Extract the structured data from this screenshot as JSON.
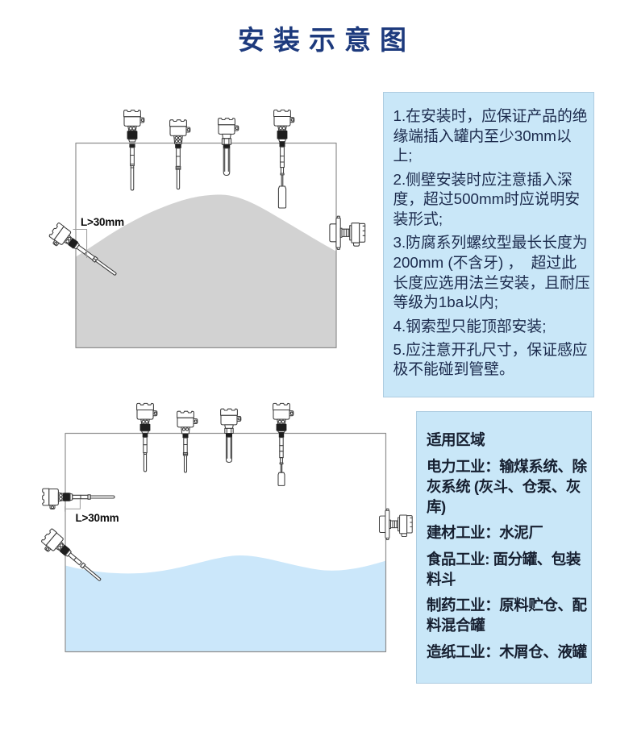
{
  "title": "安装示意图",
  "colors": {
    "title": "#1d3a7d",
    "panel_bg": "#c9e7f8",
    "note_text": "#1b2a4c",
    "region_text": "#161f30",
    "tank_fill_solid": "#d2d2d2",
    "tank_fill_liquid": "#cbe7fa",
    "tank_stroke": "#8f8f8f",
    "sensor_stroke": "#3c3c3c",
    "dim_text": "#0c0c0c"
  },
  "top_diagram": {
    "description": "silo with bulk solid material and level sensors",
    "dim_label": "L>30mm"
  },
  "bottom_diagram": {
    "description": "tank with liquid and level sensors",
    "dim_label": "L>30mm"
  },
  "notes_panel": {
    "items": [
      {
        "lines": [
          "1.在安装时，应保证产品的绝",
          "缘端插入罐内至少30mm以",
          "上;"
        ]
      },
      {
        "lines": [
          "2.侧壁安装时应注意插入深",
          "度，超过500mm时应说明安",
          "装形式;"
        ]
      },
      {
        "lines": [
          "3.防腐系列螺纹型最长长度为",
          "200mm (不含牙) ，  超过此",
          "长度应选用法兰安装，且耐压",
          "等级为1ba以内;"
        ]
      },
      {
        "lines": [
          "4.钢索型只能顶部安装;"
        ]
      },
      {
        "lines": [
          "5.应注意开孔尺寸，保证感应",
          "极不能碰到管壁。"
        ]
      }
    ]
  },
  "regions_panel": {
    "heading": "适用区域",
    "items": [
      {
        "lines": [
          "电力工业：输煤系统、除",
          "灰系统 (灰斗、仓泵、灰",
          "库)"
        ]
      },
      {
        "lines": [
          "建材工业：水泥厂"
        ]
      },
      {
        "lines": [
          "食品工业: 面分罐、包装",
          "料斗"
        ]
      },
      {
        "lines": [
          "制药工业：原料贮仓、配",
          "料混合罐"
        ]
      },
      {
        "lines": [
          "造纸工业：木屑仓、液罐"
        ]
      }
    ]
  }
}
